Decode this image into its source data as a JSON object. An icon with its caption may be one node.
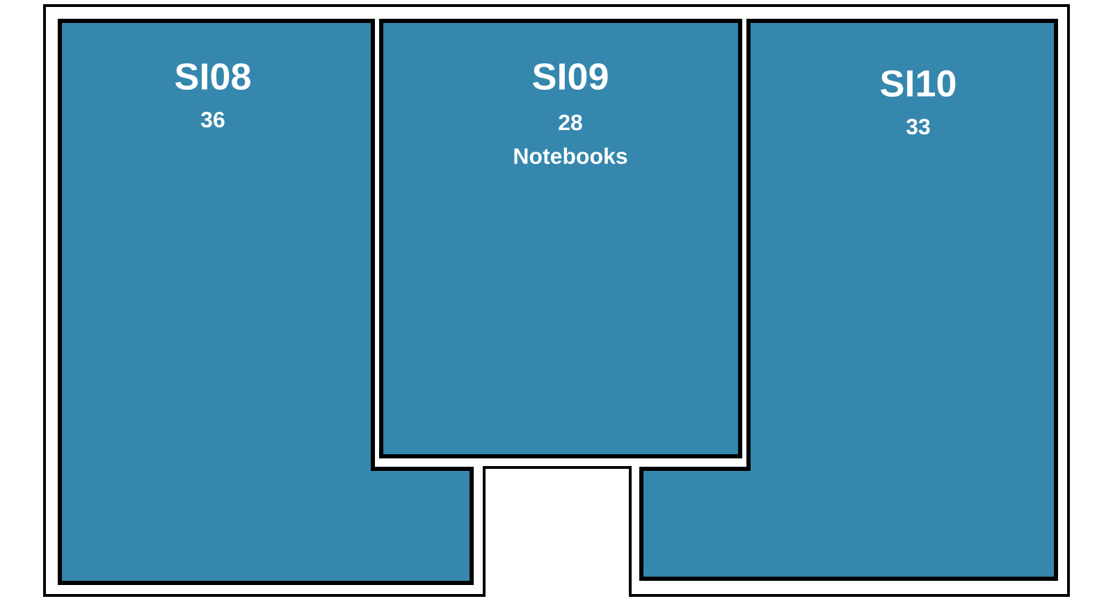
{
  "diagram": {
    "nodes": [
      {
        "text": [
          "SI08",
          "36"
        ]
      },
      {
        "text": [
          "SI09",
          "28",
          "Notebooks"
        ]
      },
      {
        "text": [
          "SI10",
          "33"
        ]
      }
    ]
  }
}
